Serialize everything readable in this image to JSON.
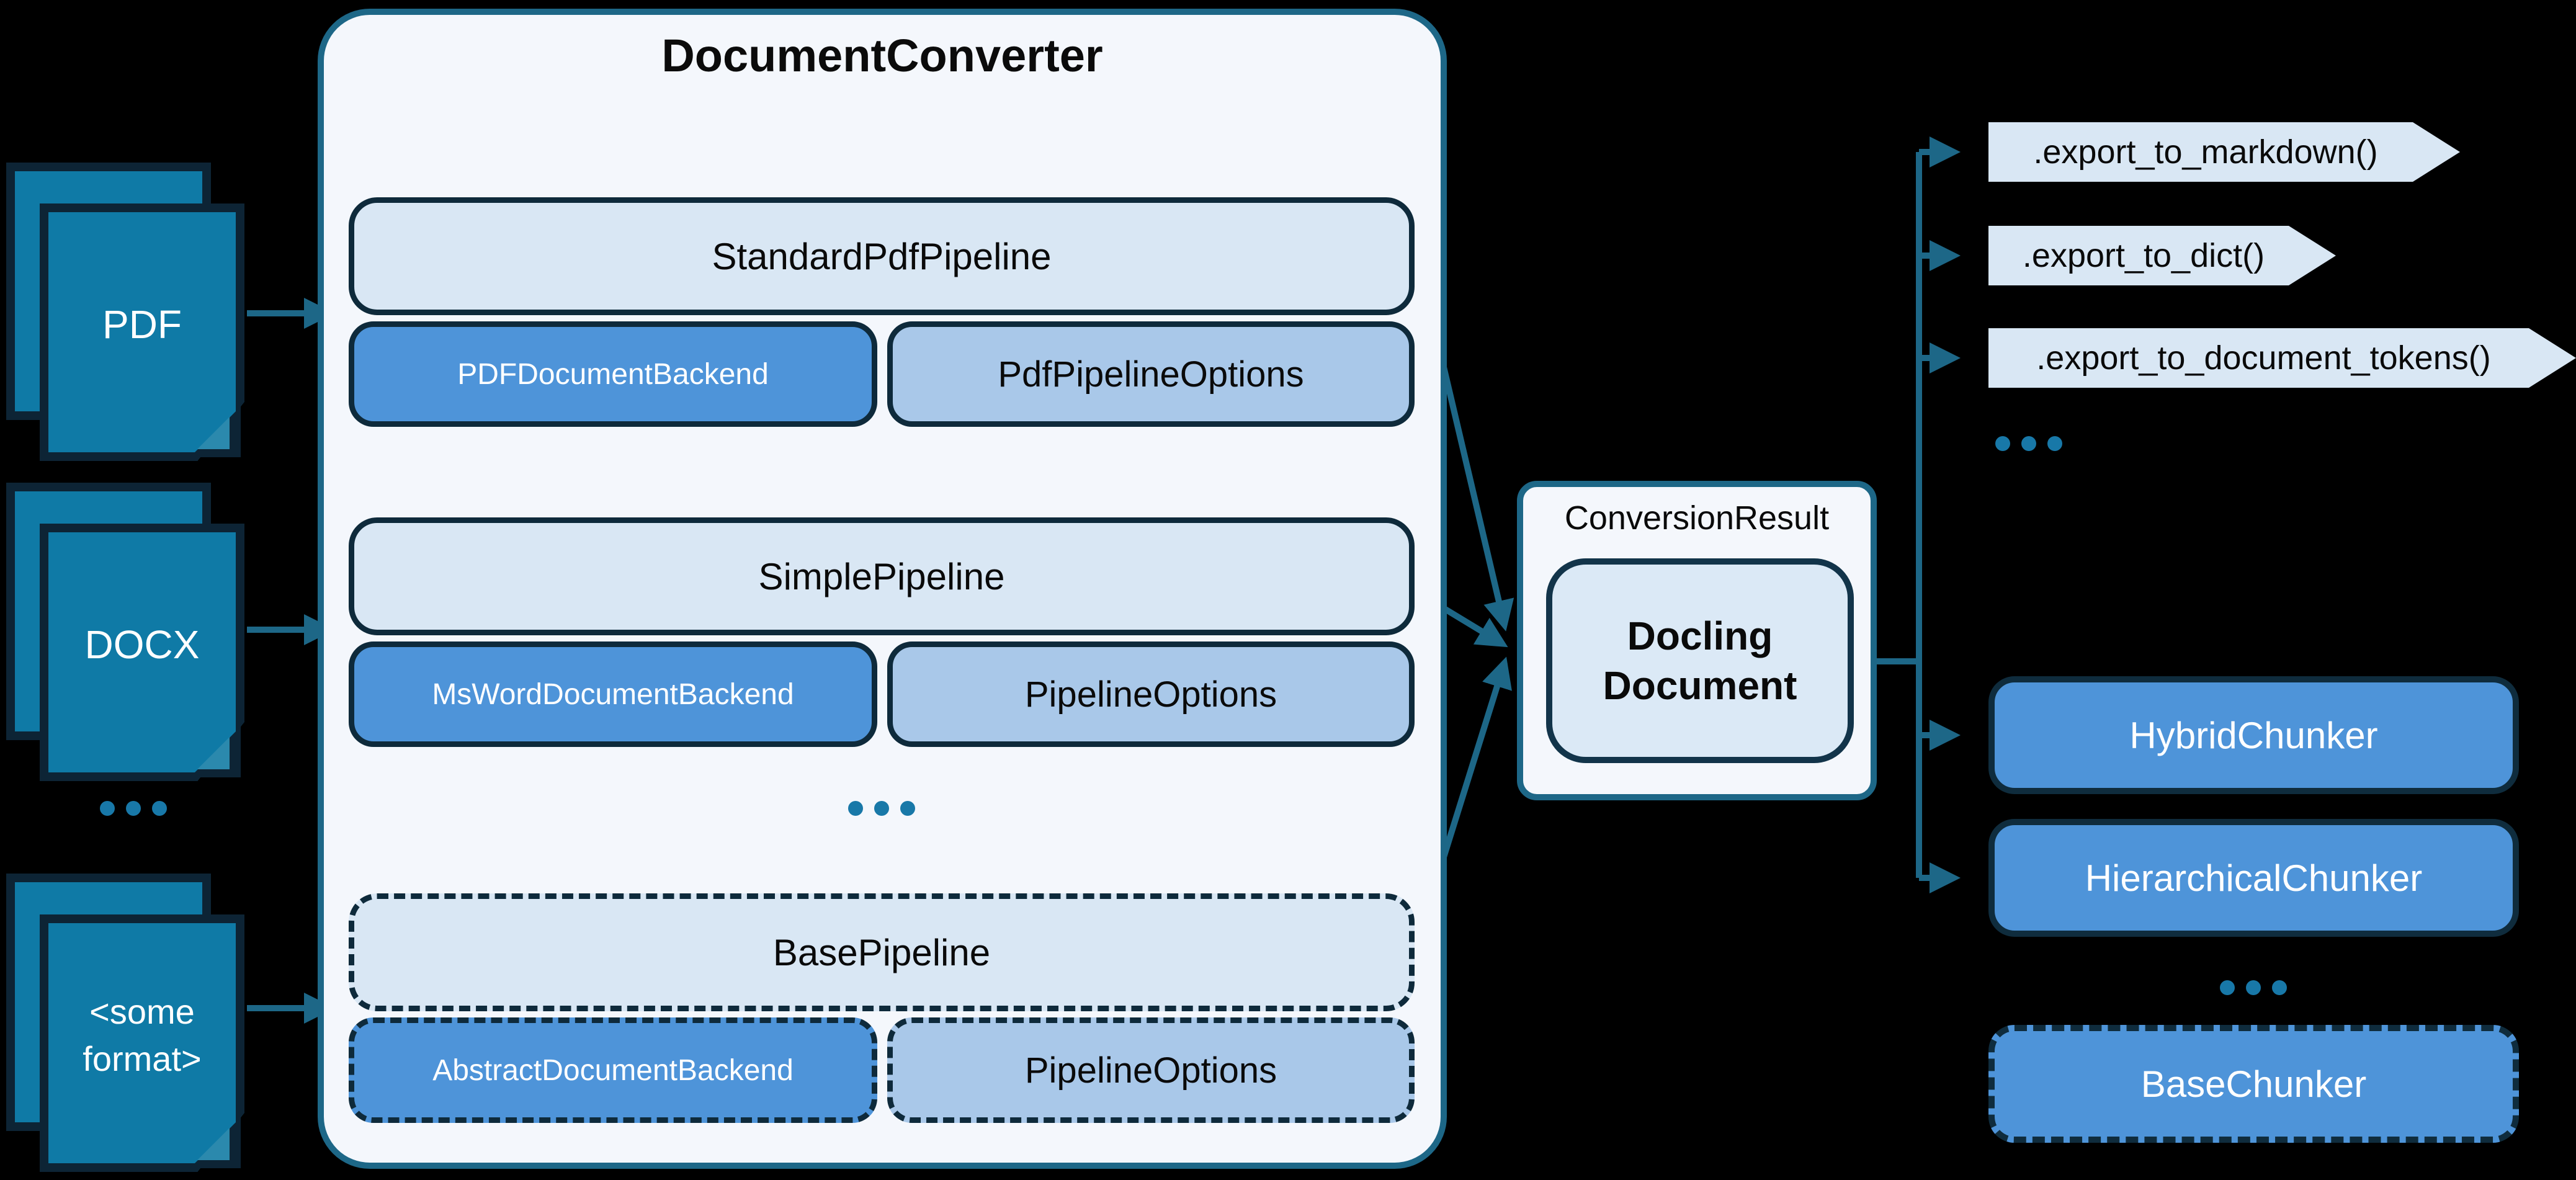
{
  "diagram": {
    "title": "DocumentConverter",
    "inputs": [
      {
        "label": "PDF"
      },
      {
        "label": "DOCX"
      },
      {
        "label": "<some format>"
      }
    ],
    "pipelines": [
      {
        "name": "StandardPdfPipeline",
        "backend": "PDFDocumentBackend",
        "options": "PdfPipelineOptions"
      },
      {
        "name": "SimplePipeline",
        "backend": "MsWordDocumentBackend",
        "options": "PipelineOptions"
      },
      {
        "name": "BasePipeline",
        "backend": "AbstractDocumentBackend",
        "options": "PipelineOptions"
      }
    ],
    "result": {
      "label": "ConversionResult",
      "document": "Docling Document"
    },
    "exports": [
      {
        "label": ".export_to_markdown()"
      },
      {
        "label": ".export_to_dict()"
      },
      {
        "label": ".export_to_document_tokens()"
      }
    ],
    "chunkers": [
      {
        "label": "HybridChunker"
      },
      {
        "label": "HierarchicalChunker"
      },
      {
        "label": "BaseChunker"
      }
    ],
    "colors": {
      "background": "#000000",
      "line_teal": "#1d6787",
      "panel_fill": "#f4f7fc",
      "light_blue": "#d9e7f4",
      "mid_blue": "#4e94d9",
      "pale_blue": "#a9c8e9",
      "dark_border": "#0e2a3b",
      "doc_icon_fill": "#0f7aa6",
      "dot_teal": "#1878a8"
    }
  }
}
